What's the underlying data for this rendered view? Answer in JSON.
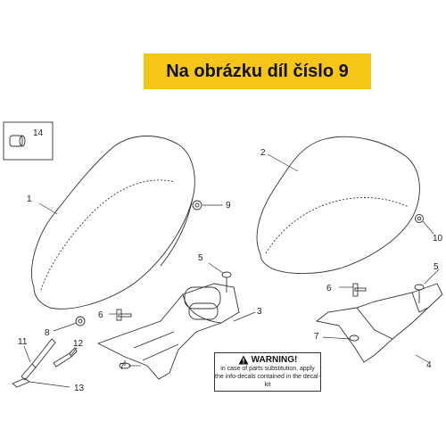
{
  "banner": {
    "text": "Na obrázku díl číslo 9"
  },
  "callouts": {
    "c1": "1",
    "c2": "2",
    "c3": "3",
    "c4": "4",
    "c5a": "5",
    "c5b": "5",
    "c6a": "6",
    "c6b": "6",
    "c7a": "7",
    "c7b": "7",
    "c8": "8",
    "c9": "9",
    "c10": "10",
    "c11": "11",
    "c12": "12",
    "c13": "13",
    "c14": "14"
  },
  "warning": {
    "title": "WARNING!",
    "line1": "in case of parts substitution, apply",
    "line2": "the info-decals contained in the decal-kit",
    "icon": "warning-triangle-icon"
  }
}
